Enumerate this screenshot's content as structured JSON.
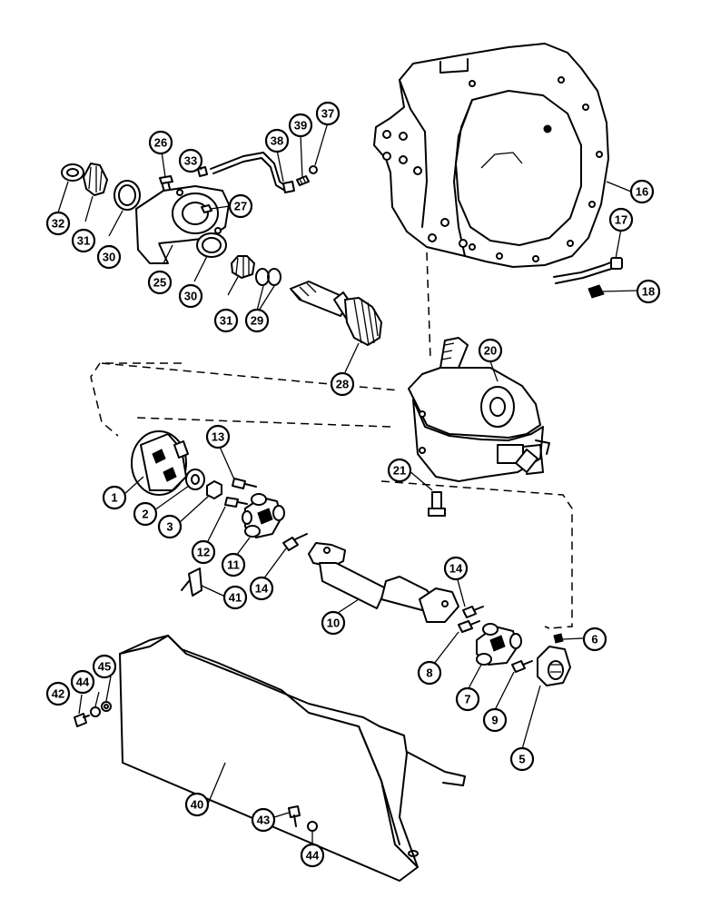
{
  "callouts": [
    {
      "id": "c1",
      "label": "1"
    },
    {
      "id": "c2",
      "label": "2"
    },
    {
      "id": "c3",
      "label": "3"
    },
    {
      "id": "c5",
      "label": "5"
    },
    {
      "id": "c6",
      "label": "6"
    },
    {
      "id": "c7",
      "label": "7"
    },
    {
      "id": "c8",
      "label": "8"
    },
    {
      "id": "c9",
      "label": "9"
    },
    {
      "id": "c10",
      "label": "10"
    },
    {
      "id": "c11",
      "label": "11"
    },
    {
      "id": "c12",
      "label": "12"
    },
    {
      "id": "c13",
      "label": "13"
    },
    {
      "id": "c14a",
      "label": "14"
    },
    {
      "id": "c14b",
      "label": "14"
    },
    {
      "id": "c16",
      "label": "16"
    },
    {
      "id": "c17",
      "label": "17"
    },
    {
      "id": "c18",
      "label": "18"
    },
    {
      "id": "c20",
      "label": "20"
    },
    {
      "id": "c21",
      "label": "21"
    },
    {
      "id": "c25",
      "label": "25"
    },
    {
      "id": "c26",
      "label": "26"
    },
    {
      "id": "c27",
      "label": "27"
    },
    {
      "id": "c28",
      "label": "28"
    },
    {
      "id": "c29",
      "label": "29"
    },
    {
      "id": "c30a",
      "label": "30"
    },
    {
      "id": "c30b",
      "label": "30"
    },
    {
      "id": "c31a",
      "label": "31"
    },
    {
      "id": "c31b",
      "label": "31"
    },
    {
      "id": "c32",
      "label": "32"
    },
    {
      "id": "c33",
      "label": "33"
    },
    {
      "id": "c37",
      "label": "37"
    },
    {
      "id": "c38",
      "label": "38"
    },
    {
      "id": "c39",
      "label": "39"
    },
    {
      "id": "c40",
      "label": "40"
    },
    {
      "id": "c41",
      "label": "41"
    },
    {
      "id": "c42",
      "label": "42"
    },
    {
      "id": "c43",
      "label": "43"
    },
    {
      "id": "c44a",
      "label": "44"
    },
    {
      "id": "c44b",
      "label": "44"
    },
    {
      "id": "c45",
      "label": "45"
    }
  ]
}
